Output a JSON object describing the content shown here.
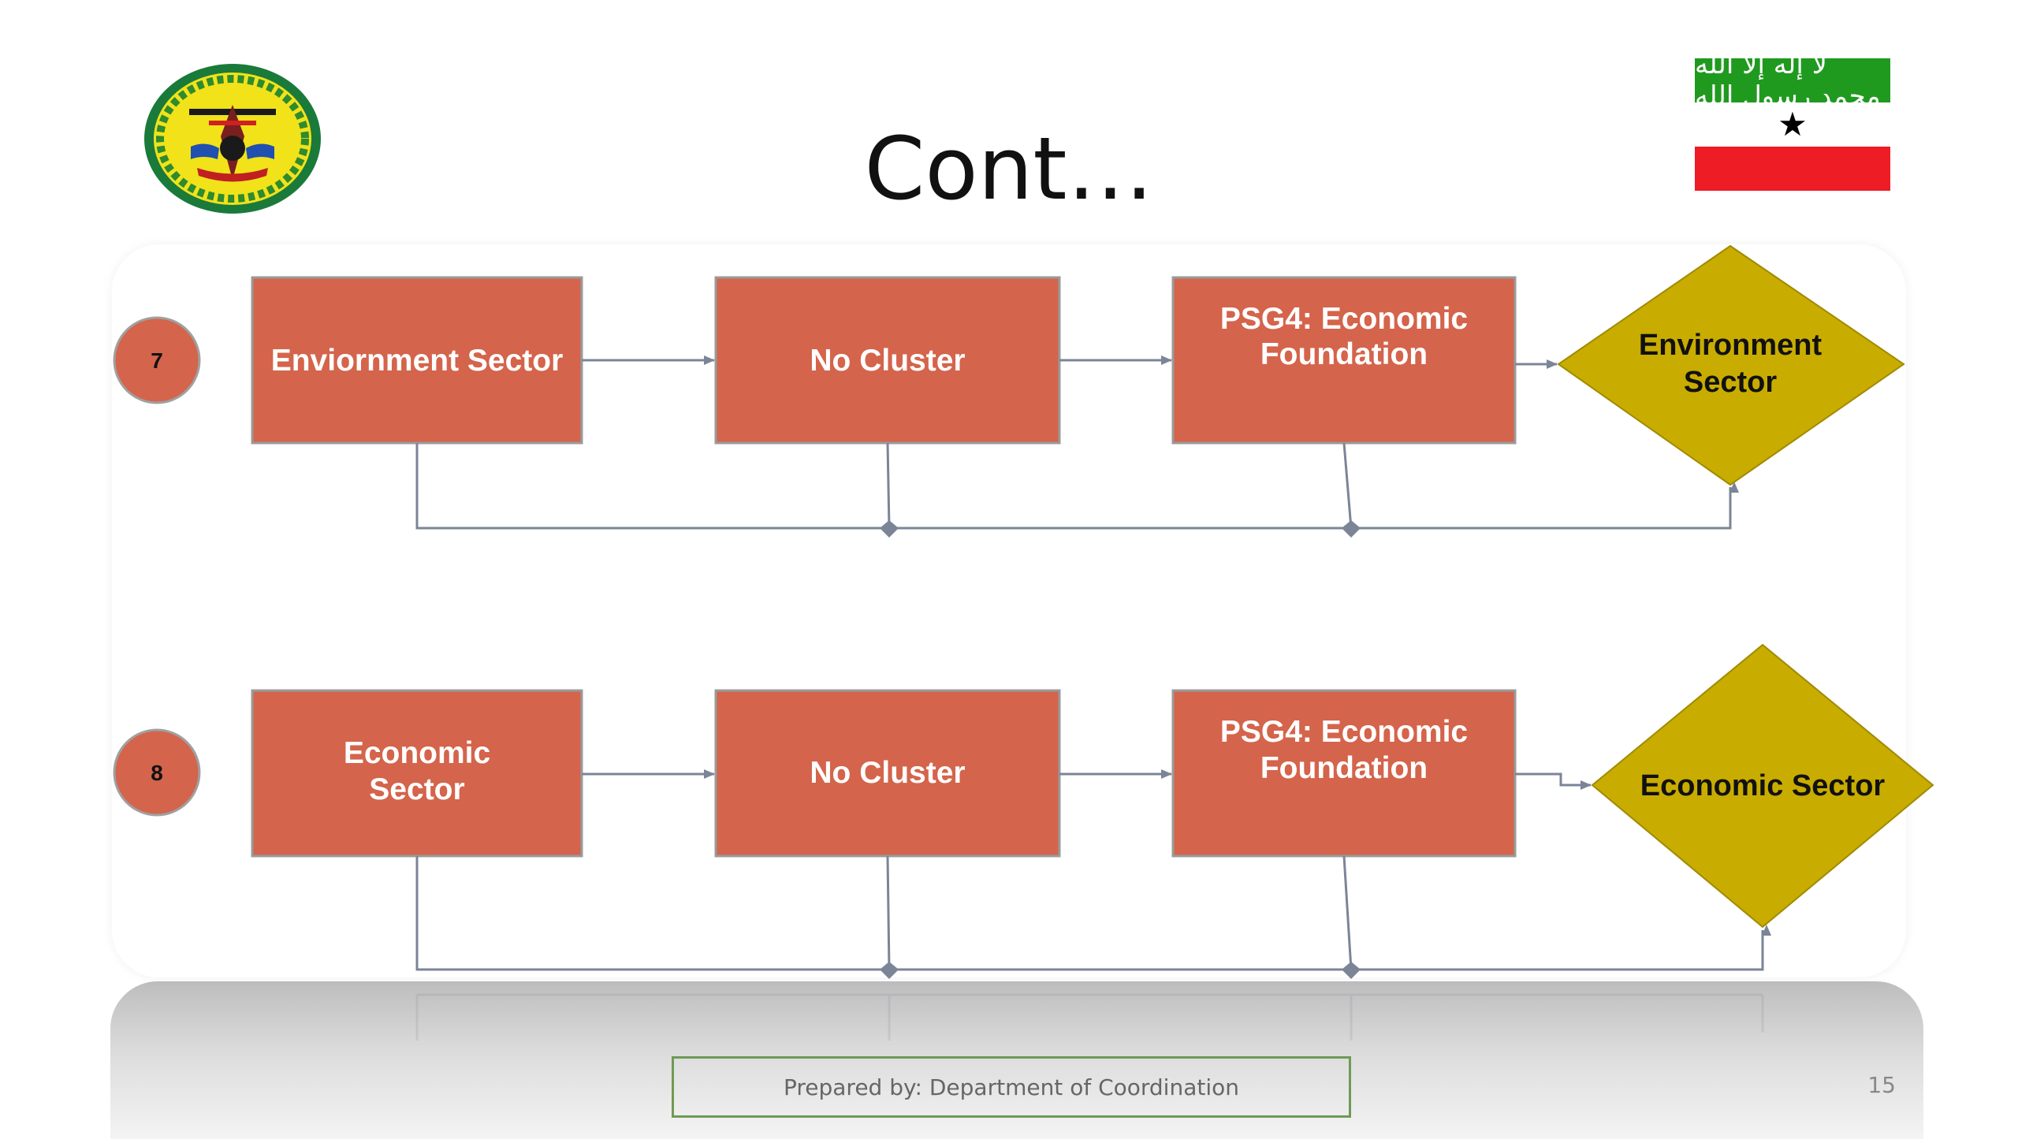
{
  "slide": {
    "title": "Cont…",
    "footer": "Prepared by: Department of Coordination",
    "page_number": "15"
  },
  "flag": {
    "script_text": "لا إله إلا الله محمد رسول الله",
    "star": "★",
    "colors": {
      "green": "#1f9a1f",
      "red": "#ee1c24"
    }
  },
  "colors": {
    "box": "#d4644b",
    "box_border": "#9a9a9a",
    "decision": "#c9ac00",
    "connector": "#7b8597"
  },
  "rows": [
    {
      "number": "7",
      "sector": [
        "Enviornment Sector"
      ],
      "cluster": [
        "No Cluster"
      ],
      "psg": [
        "PSG4: Economic",
        "Foundation"
      ],
      "decision": [
        "Environment",
        "Sector"
      ]
    },
    {
      "number": "8",
      "sector": [
        "Economic",
        "Sector"
      ],
      "cluster": [
        "No Cluster"
      ],
      "psg": [
        "PSG4: Economic",
        "Foundation"
      ],
      "decision": [
        "Economic Sector"
      ]
    }
  ]
}
